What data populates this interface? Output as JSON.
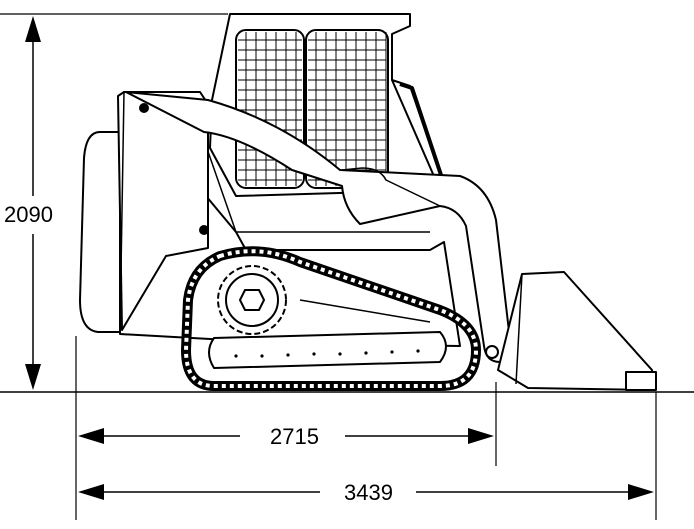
{
  "dimensions": {
    "height": "2090",
    "wheelbase_length": "2715",
    "overall_length": "3439"
  },
  "colors": {
    "line": "#000000",
    "fill": "#ffffff",
    "track": "#000000"
  }
}
